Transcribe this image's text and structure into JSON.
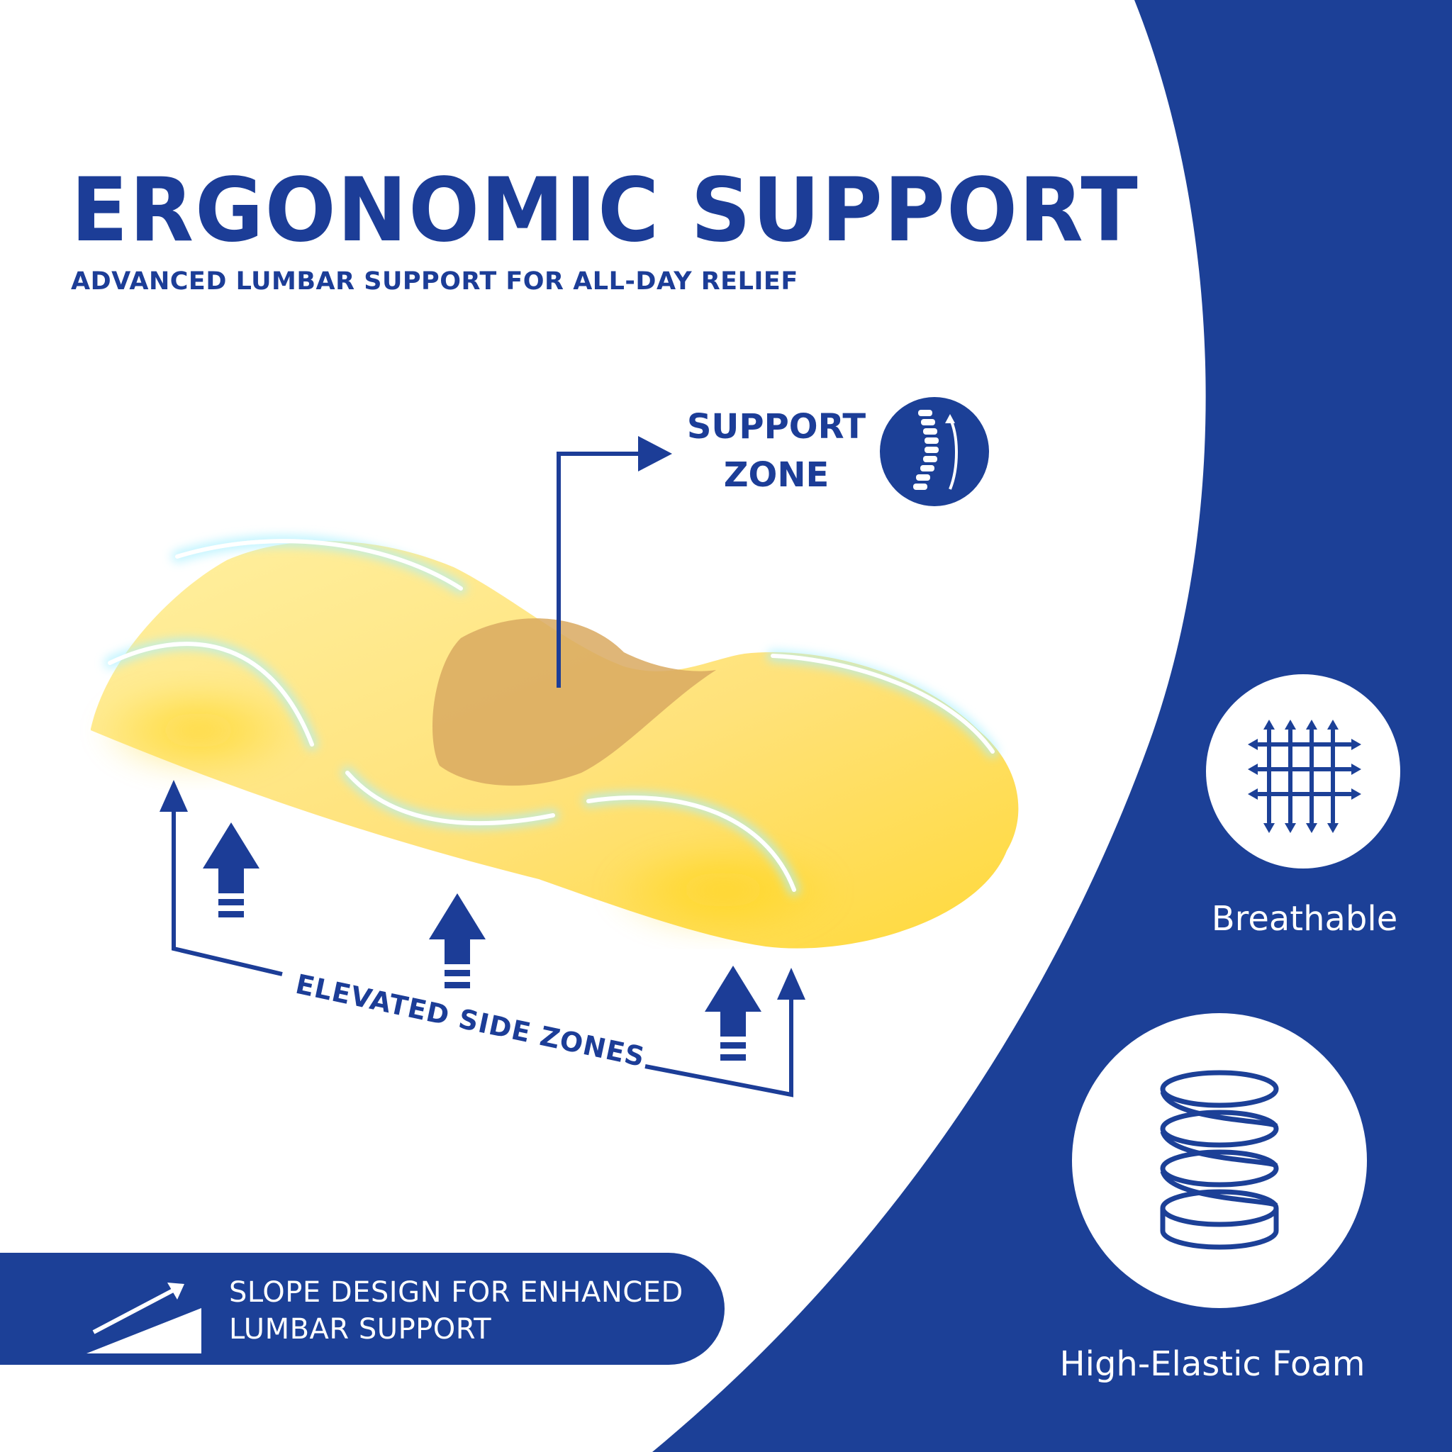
{
  "header": {
    "title": "ERGONOMIC SUPPORT",
    "subtitle": "ADVANCED LUMBAR SUPPORT FOR ALL-DAY RELIEF"
  },
  "callouts": {
    "support_zone": {
      "line1": "SUPPORT",
      "line2": "ZONE",
      "icon": "spine-icon"
    },
    "elevated_side_zones": {
      "label": "ELEVATED SIDE ZONES",
      "icon": "up-arrow-icon"
    }
  },
  "banner": {
    "line1": "SLOPE DESIGN FOR ENHANCED",
    "line2": "LUMBAR SUPPORT",
    "icon": "slope-arrow-icon"
  },
  "features": [
    {
      "label": "Breathable",
      "icon": "mesh-fabric-icon"
    },
    {
      "label": "High-Elastic Foam",
      "icon": "spring-coil-icon"
    }
  ],
  "colors": {
    "brand_blue": "#1c4097",
    "foam_yellow": "#ffe27a",
    "support_zone_tan": "#d9a960",
    "background": "#ffffff"
  }
}
